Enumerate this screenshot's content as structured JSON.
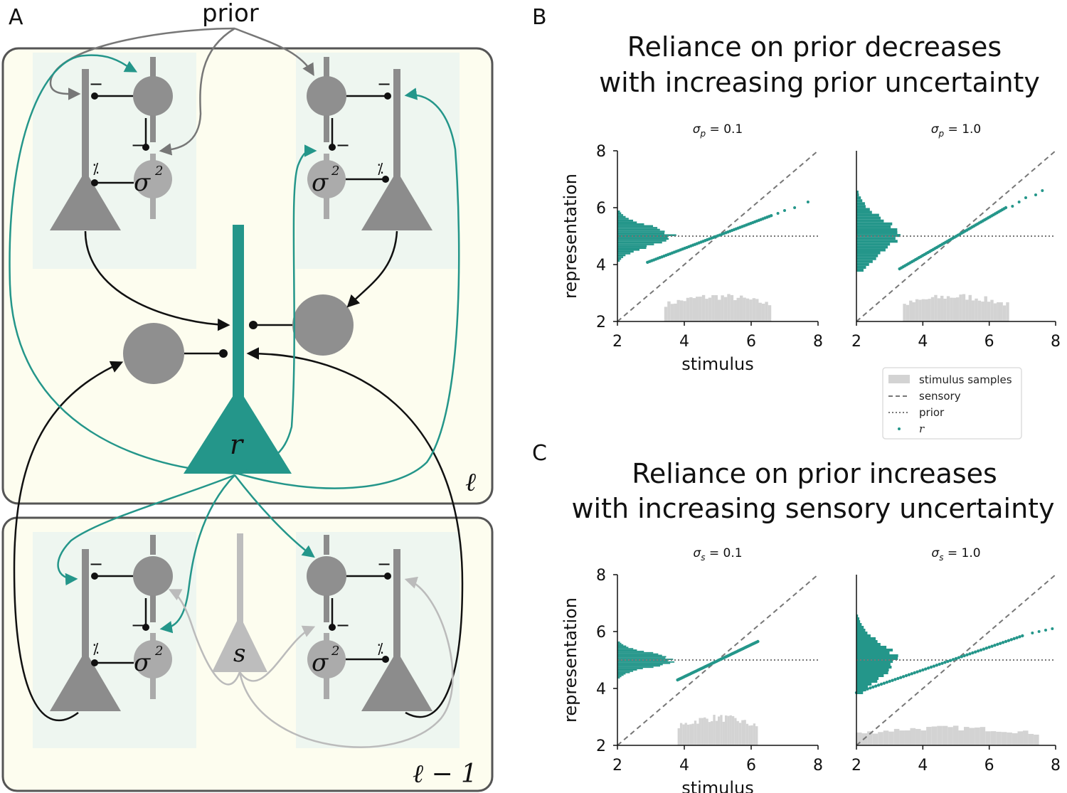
{
  "panels": {
    "A": "A",
    "B": "B",
    "C": "C"
  },
  "diagram": {
    "prior_label": "prior",
    "layer_top": "ℓ",
    "layer_bottom": "ℓ − 1",
    "r_label": "r",
    "s_label": "s",
    "sigma_label": "σ",
    "sigma_sup": "2",
    "minus": "−",
    "divide": "⁒",
    "colors": {
      "teal": "#24968a",
      "gray": "#8c8c8c",
      "light_gray": "#bdbdbd",
      "box_fill": "#fdfdef",
      "inner_fill": "#eef6f0"
    }
  },
  "figure_B": {
    "title_line1": "Reliance on prior decreases",
    "title_line2": "with increasing prior uncertainty"
  },
  "figure_C": {
    "title_line1": "Reliance on prior increases",
    "title_line2": "with increasing sensory uncertainty"
  },
  "legend": {
    "items": [
      {
        "label": "stimulus samples",
        "symbol": "patch"
      },
      {
        "label": "sensory",
        "symbol": "dashed"
      },
      {
        "label": "prior",
        "symbol": "dotted"
      },
      {
        "label": "r",
        "symbol": "dot"
      }
    ]
  },
  "chart_data": [
    {
      "type": "scatter",
      "title": "σp = 0.1",
      "title_var": "σ",
      "title_sub": "p",
      "title_val": " = 0.1",
      "xlabel": "stimulus",
      "ylabel": "representation",
      "xlim": [
        2,
        8
      ],
      "ylim": [
        2,
        8
      ],
      "xticks": [
        2,
        4,
        6,
        8
      ],
      "yticks": [
        2,
        4,
        6,
        8
      ],
      "series": [
        {
          "name": "sensory",
          "x": [
            2,
            8
          ],
          "y": [
            2,
            8
          ],
          "style": "dashed"
        },
        {
          "name": "prior",
          "x": [
            2,
            8
          ],
          "y": [
            5,
            5
          ],
          "style": "dotted"
        },
        {
          "name": "r",
          "x": [
            2.9,
            6.6
          ],
          "y": [
            4.08,
            5.72
          ],
          "outliers": [
            [
              6.8,
              5.8
            ],
            [
              7.0,
              5.9
            ],
            [
              7.3,
              6.0
            ],
            [
              7.7,
              6.2
            ]
          ]
        }
      ],
      "stimulus_hist": {
        "range": [
          3.4,
          6.6
        ],
        "max_height": 1.0
      },
      "r_hist": {
        "range": [
          4.1,
          5.9
        ],
        "max_count": 1.8
      }
    },
    {
      "type": "scatter",
      "title": "σp = 1.0",
      "title_var": "σ",
      "title_sub": "p",
      "title_val": " = 1.0",
      "xlabel": "",
      "ylabel": "",
      "xlim": [
        2,
        8
      ],
      "ylim": [
        2,
        8
      ],
      "xticks": [
        2,
        4,
        6,
        8
      ],
      "yticks": [],
      "series": [
        {
          "name": "sensory",
          "x": [
            2,
            8
          ],
          "y": [
            2,
            8
          ],
          "style": "dashed"
        },
        {
          "name": "prior",
          "x": [
            2,
            8
          ],
          "y": [
            5,
            5
          ],
          "style": "dotted"
        },
        {
          "name": "r",
          "x": [
            3.3,
            6.5
          ],
          "y": [
            3.85,
            6.0
          ],
          "outliers": [
            [
              6.7,
              6.05
            ],
            [
              6.9,
              6.2
            ],
            [
              7.1,
              6.35
            ],
            [
              7.4,
              6.45
            ],
            [
              7.6,
              6.6
            ]
          ]
        }
      ],
      "stimulus_hist": {
        "range": [
          3.4,
          6.6
        ],
        "max_height": 1.0
      },
      "r_hist": {
        "range": [
          3.75,
          6.6
        ],
        "max_count": 1.4
      }
    },
    {
      "type": "scatter",
      "title": "σs = 0.1",
      "title_var": "σ",
      "title_sub": "s",
      "title_val": " = 0.1",
      "xlabel": "stimulus",
      "ylabel": "representation",
      "xlim": [
        2,
        8
      ],
      "ylim": [
        2,
        8
      ],
      "xticks": [
        2,
        4,
        6,
        8
      ],
      "yticks": [
        2,
        4,
        6,
        8
      ],
      "series": [
        {
          "name": "sensory",
          "x": [
            2,
            8
          ],
          "y": [
            2,
            8
          ],
          "style": "dashed"
        },
        {
          "name": "prior",
          "x": [
            2,
            8
          ],
          "y": [
            5,
            5
          ],
          "style": "dotted"
        },
        {
          "name": "r",
          "x": [
            3.8,
            6.2
          ],
          "y": [
            4.3,
            5.65
          ],
          "outliers": []
        }
      ],
      "stimulus_hist": {
        "range": [
          3.8,
          6.2
        ],
        "max_height": 1.1
      },
      "r_hist": {
        "range": [
          4.35,
          5.65
        ],
        "max_count": 1.8
      }
    },
    {
      "type": "scatter",
      "title": "σs = 1.0",
      "title_var": "σ",
      "title_sub": "s",
      "title_val": " = 1.0",
      "xlabel": "",
      "ylabel": "",
      "xlim": [
        2,
        8
      ],
      "ylim": [
        2,
        8
      ],
      "xticks": [
        2,
        4,
        6,
        8
      ],
      "yticks": [],
      "series": [
        {
          "name": "sensory",
          "x": [
            2,
            8
          ],
          "y": [
            2,
            8
          ],
          "style": "dashed"
        },
        {
          "name": "prior",
          "x": [
            2,
            8
          ],
          "y": [
            5,
            5
          ],
          "style": "dotted"
        },
        {
          "name": "r",
          "x": [
            2.0,
            7.0
          ],
          "y": [
            3.85,
            5.85
          ],
          "outliers": [
            [
              7.3,
              5.95
            ],
            [
              7.5,
              6.0
            ],
            [
              7.7,
              6.05
            ],
            [
              7.9,
              6.1
            ]
          ]
        }
      ],
      "stimulus_hist": {
        "range": [
          2.0,
          7.5
        ],
        "max_height": 0.7
      },
      "r_hist": {
        "range": [
          3.8,
          6.6
        ],
        "max_count": 1.3
      }
    }
  ]
}
